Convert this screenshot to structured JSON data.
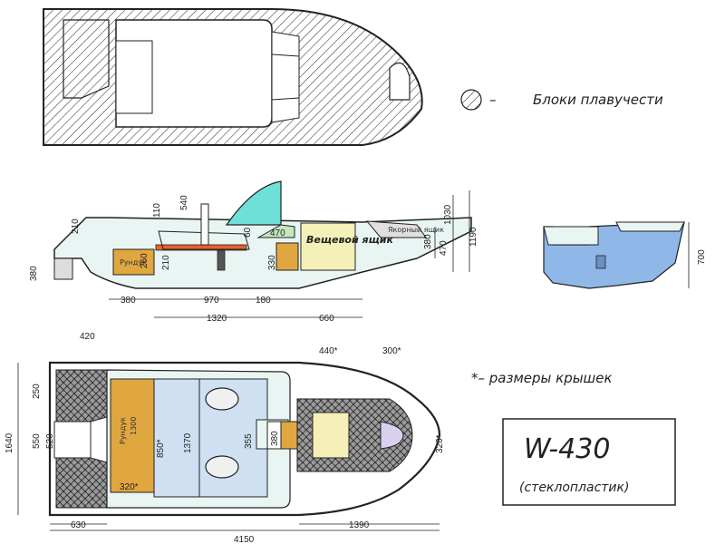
{
  "legend": {
    "flotation_label": "Блоки плавучести",
    "flotation_dash": "–",
    "lid_note": "*– размеры крышек"
  },
  "model": {
    "name": "W-430",
    "material": "(стеклопластик)"
  },
  "side_view": {
    "storage_box": "Вещевой ящик",
    "rundk": "Рундук",
    "anchor_box": "Якорный ящик",
    "dims": {
      "d540": "540",
      "d110": "110",
      "d210_left": "210",
      "d260": "260",
      "d210_mid": "210",
      "d60": "60",
      "d470_top": "470",
      "d330": "330",
      "d380_right": "380",
      "d470_right": "470",
      "d1030": "1030",
      "d1190": "1190",
      "d380_left": "380",
      "d380_bottom": "380",
      "d970": "970",
      "d180": "180",
      "d1320": "1320",
      "d660": "660"
    }
  },
  "rear_view": {
    "d700": "700"
  },
  "top_view": {
    "rundk_label": "Рундук",
    "rundk_size": "1300",
    "dims": {
      "d420": "420",
      "d440": "440*",
      "d300": "300*",
      "d250": "250",
      "d550": "550",
      "d520": "520",
      "d1640": "1640",
      "d850": "850*",
      "d1370": "1370",
      "d355": "355",
      "d380": "380",
      "d320_left": "320*",
      "d320_right": "320*",
      "d630": "630",
      "d4150": "4150",
      "d1390": "1390"
    }
  },
  "colors": {
    "hull_fill": "#e8f5f3",
    "seat_fill": "#cfe0f2",
    "box_yellow": "#f5f0b8",
    "box_orange": "#e0a640",
    "windscreen": "#6ee0d8",
    "console_green": "#c6e6c0",
    "hatch_fill": "#ffffff",
    "blue_hull": "#8fb8e8",
    "red_bar": "#e8602c"
  }
}
